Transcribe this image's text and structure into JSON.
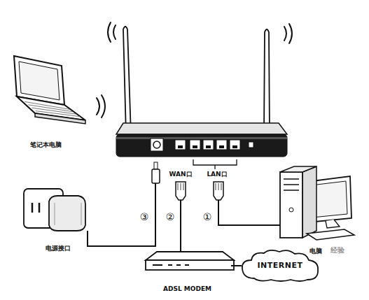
{
  "diagram": {
    "nodes": [
      {
        "text": [
          "笔记本电脑"
        ]
      },
      {
        "text": [
          "电源接口"
        ]
      },
      {
        "text": [
          "ADSL MODEM"
        ]
      },
      {
        "text": [
          "INTERNET"
        ]
      },
      {
        "text": [
          "电脑"
        ]
      }
    ],
    "edges": [
      {
        "from": 2,
        "to": 3,
        "arrow": "none"
      }
    ],
    "labels": [
      "WAN口",
      "LAN口",
      "③",
      "②",
      "①",
      "经验"
    ]
  }
}
